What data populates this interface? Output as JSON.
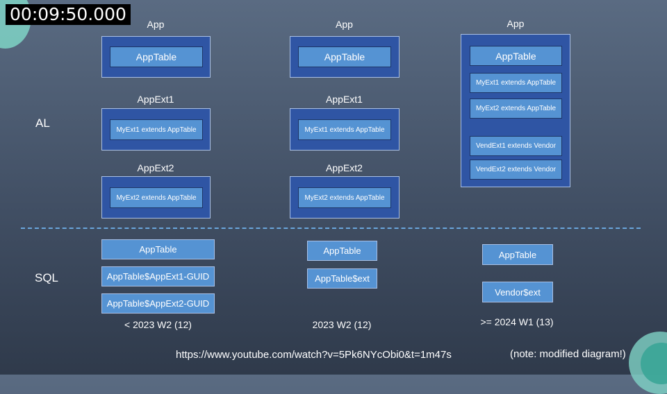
{
  "timestamp": "00:09:50.000",
  "side_labels": {
    "al": "AL",
    "sql": "SQL"
  },
  "columns": [
    {
      "al": [
        {
          "title": "App",
          "item": "AppTable"
        },
        {
          "title": "AppExt1",
          "item": "MyExt1 extends AppTable"
        },
        {
          "title": "AppExt2",
          "item": "MyExt2 extends AppTable"
        }
      ],
      "sql": [
        "AppTable",
        "AppTable$AppExt1-GUID",
        "AppTable$AppExt2-GUID"
      ],
      "caption": "< 2023 W2 (12)"
    },
    {
      "al": [
        {
          "title": "App",
          "item": "AppTable"
        },
        {
          "title": "AppExt1",
          "item": "MyExt1 extends AppTable"
        },
        {
          "title": "AppExt2",
          "item": "MyExt2 extends AppTable"
        }
      ],
      "sql": [
        "AppTable",
        "AppTable$ext"
      ],
      "caption": "2023 W2 (12)"
    },
    {
      "al_title": "App",
      "al_items": [
        "AppTable",
        "MyExt1 extends AppTable",
        "MyExt2 extends AppTable",
        "VendExt1 extends Vendor",
        "VendExt2 extends Vendor"
      ],
      "sql": [
        "AppTable",
        "Vendor$ext"
      ],
      "caption": ">= 2024 W1 (13)"
    }
  ],
  "footer": {
    "url": "https://www.youtube.com/watch?v=5Pk6NYcObi0&t=1m47s",
    "note": "(note: modified diagram!)"
  },
  "colors": {
    "outer_box": "#2f55a4",
    "inner_box": "#5593d3",
    "divider": "#6aa6dd"
  }
}
